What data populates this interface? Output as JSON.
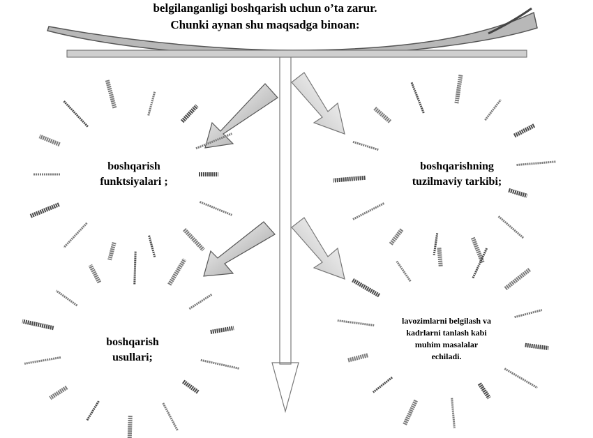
{
  "header": {
    "line1": "belgilanganligi boshqarish uchun o’ta zarur.",
    "line2": "Chunki aynan shu maqsadga binoan:"
  },
  "items": {
    "functions": {
      "line1": "boshqarish",
      "line2": "funktsiyalari ;"
    },
    "structure": {
      "line1": "boshqarishning",
      "line2": "tuzilmaviy tarkibi;"
    },
    "methods": {
      "line1": "boshqarish",
      "line2": "usullari;"
    },
    "positions": {
      "line1": "lavozimlarni belgilash va",
      "line2": "kadrlarni tanlash kabi",
      "line3": "muhim masalalar",
      "line4": "echiladi."
    }
  },
  "colors": {
    "ink": "#000000",
    "stroke": "#5a5a5a",
    "fill": "#d8d8d8"
  }
}
